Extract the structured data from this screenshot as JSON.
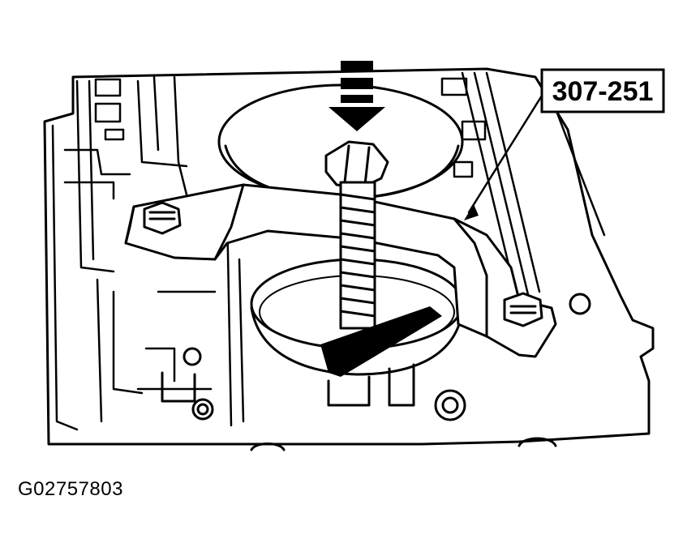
{
  "diagram": {
    "callout": {
      "label": "307-251"
    },
    "figure_id": "G02757803",
    "arrows": [
      "press-down-arrow",
      "direction-arrow"
    ],
    "colors": {
      "ink": "#000000",
      "paper": "#ffffff"
    }
  }
}
